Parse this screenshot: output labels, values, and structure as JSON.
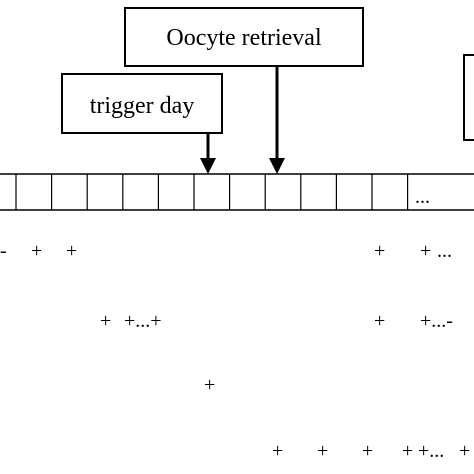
{
  "labels": {
    "oocyte_retrieval": "Oocyte retrieval",
    "trigger_day": "trigger day"
  },
  "timeline": {
    "cell_count": 12,
    "continuation": "..."
  },
  "rows": [
    {
      "marks": [
        "-",
        "+",
        "+",
        "+",
        "+",
        "..."
      ]
    },
    {
      "marks": [
        "+",
        "+...+",
        "+",
        "+...-"
      ]
    },
    {
      "marks": [
        "+"
      ]
    },
    {
      "marks": [
        "+",
        "+",
        "+",
        "+",
        "+...",
        "+"
      ]
    }
  ]
}
